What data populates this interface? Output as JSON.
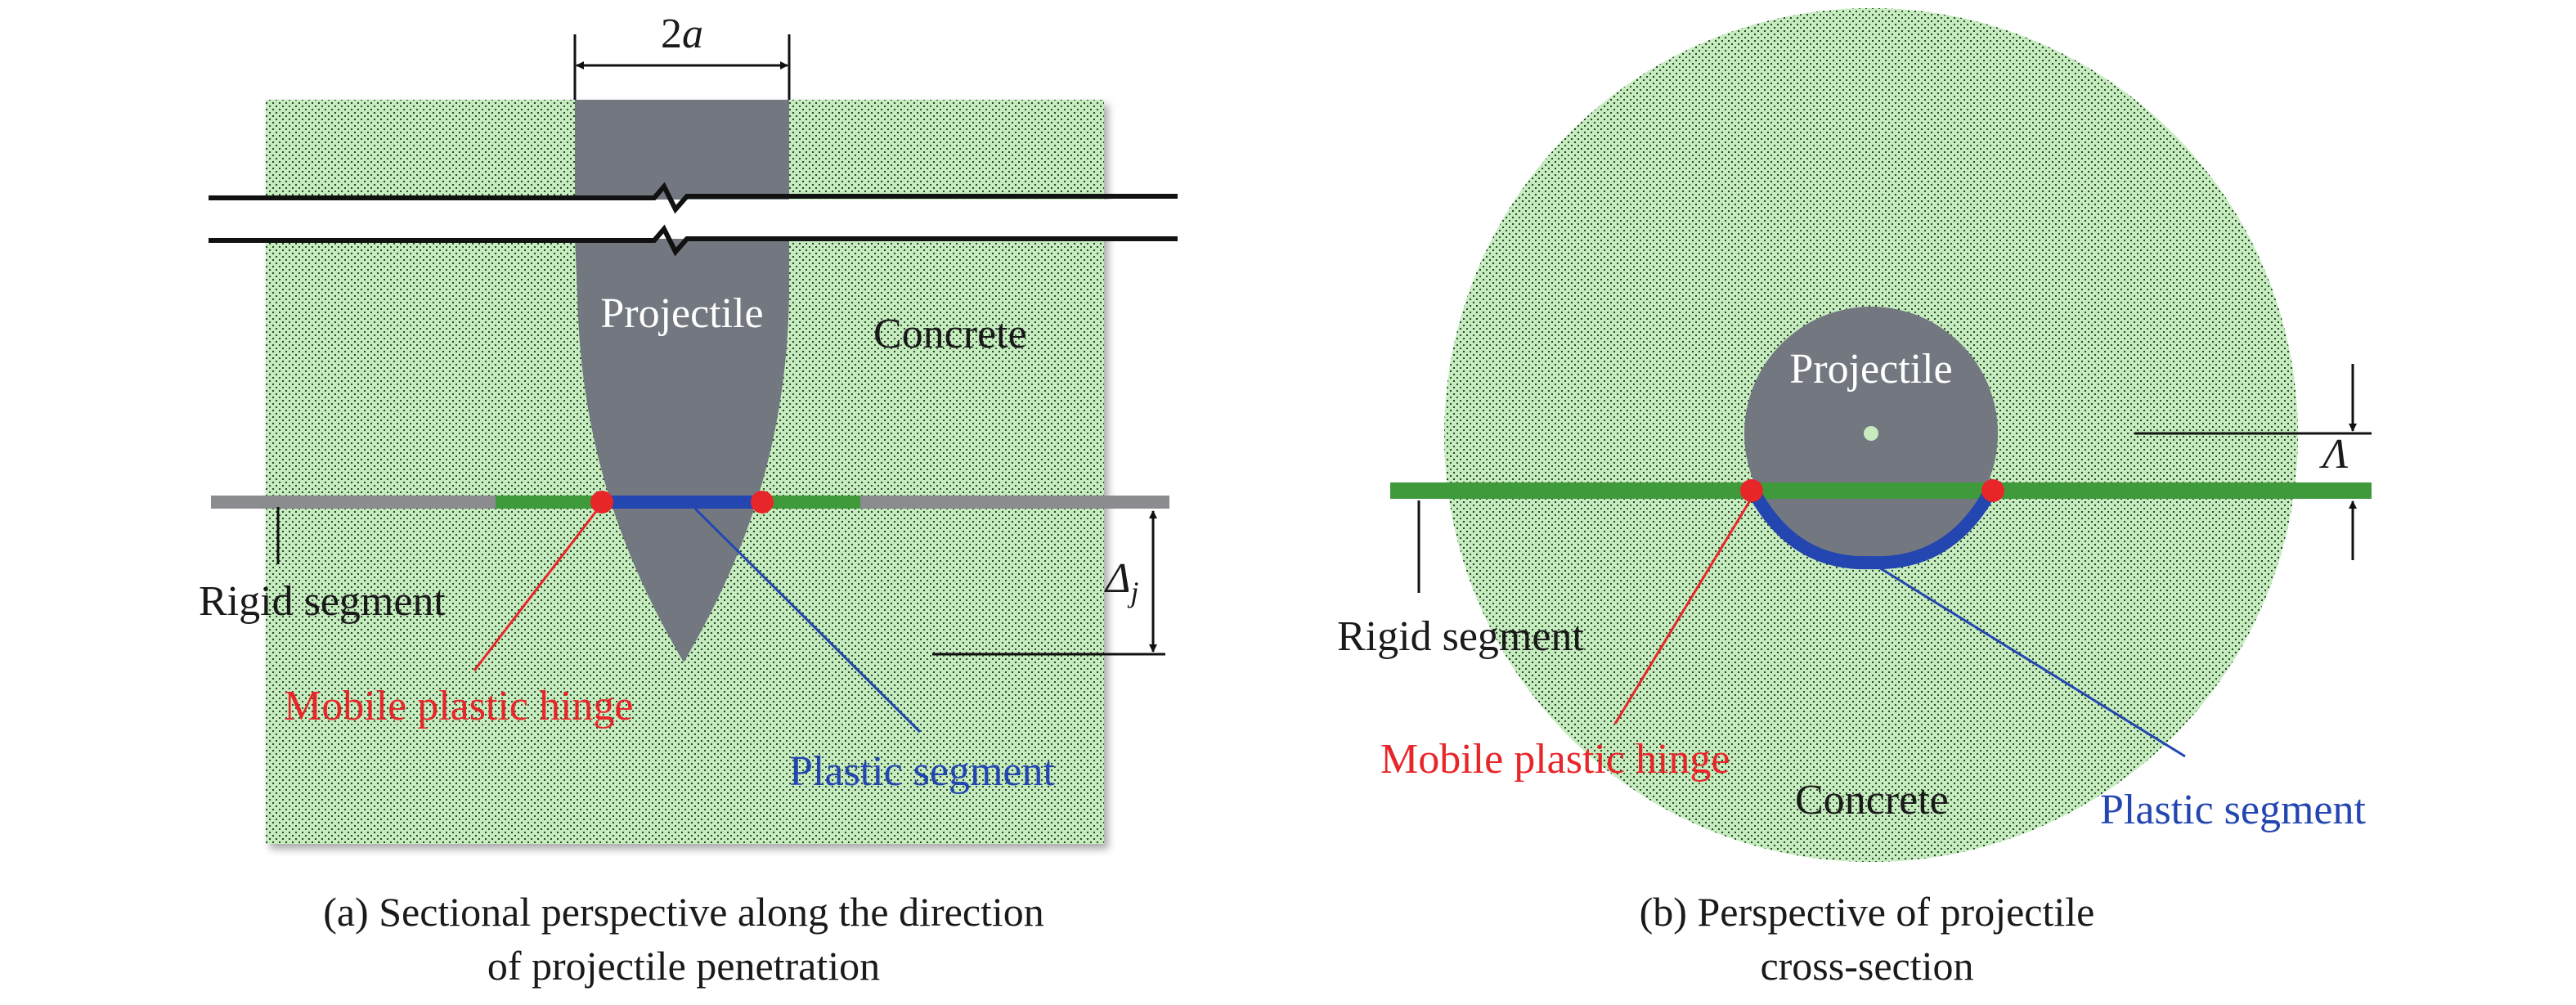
{
  "colors": {
    "concrete_fill": "#c6ecc0",
    "concrete_dot": "#1f3a1c",
    "projectile": "#737880",
    "rigid_gray": "#8a8c90",
    "green_bar": "#3f9a3c",
    "plastic_blue": "#2346b0",
    "hinge_red": "#e8262a",
    "red_text": "#e8262a",
    "blue_text": "#2346b0",
    "line_black": "#111111"
  },
  "panel_a": {
    "dimension_label_main": "2",
    "dimension_label_italic": "a",
    "projectile_label": "Projectile",
    "concrete_label": "Concrete",
    "rigid_label": "Rigid segment",
    "hinge_label": "Mobile plastic hinge",
    "plastic_label": "Plastic segment",
    "delta_symbol": "Δ",
    "delta_subscript": "j",
    "caption_line1": "(a) Sectional perspective along the direction",
    "caption_line2": "of projectile penetration"
  },
  "panel_b": {
    "projectile_label": "Projectile",
    "concrete_label": "Concrete",
    "rigid_label": "Rigid segment",
    "hinge_label": "Mobile plastic hinge",
    "plastic_label": "Plastic segment",
    "lambda_symbol": "Λ",
    "caption_line1": "(b) Perspective of projectile",
    "caption_line2": "cross-section"
  }
}
